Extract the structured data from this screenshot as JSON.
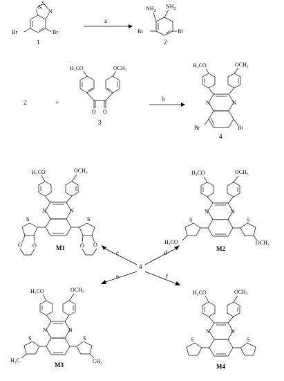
{
  "reaction": {
    "step1": {
      "reactant_label": "1",
      "product_label": "2",
      "reagent": "a"
    },
    "step2": {
      "reactant1_label": "2",
      "plus": "+",
      "reactant2_label": "3",
      "product_label": "4",
      "reagent": "b"
    },
    "step3": {
      "center_label": "4",
      "branches": [
        {
          "reagent": "c",
          "product": "M1"
        },
        {
          "reagent": "d",
          "product": "M2"
        },
        {
          "reagent": "e",
          "product": "M3"
        },
        {
          "reagent": "f",
          "product": "M4"
        }
      ]
    }
  },
  "atoms": {
    "br": "Br",
    "n": "N",
    "s": "S",
    "o": "O",
    "nh2": "NH",
    "sub2": "2",
    "h3co": "H₃CO",
    "och3": "OCH₃",
    "h3c": "H₃C",
    "meo_left": "H₃CO",
    "meo_right": "OCH₃"
  },
  "molecules": {
    "m2": {
      "left_sub": "H₃CO",
      "right_sub": "OCH₃",
      "left_tail": "H₃CO",
      "right_tail": "OCH₃"
    },
    "m3": {
      "left_tail": "H₃C",
      "right_tail": "CH₃"
    }
  }
}
